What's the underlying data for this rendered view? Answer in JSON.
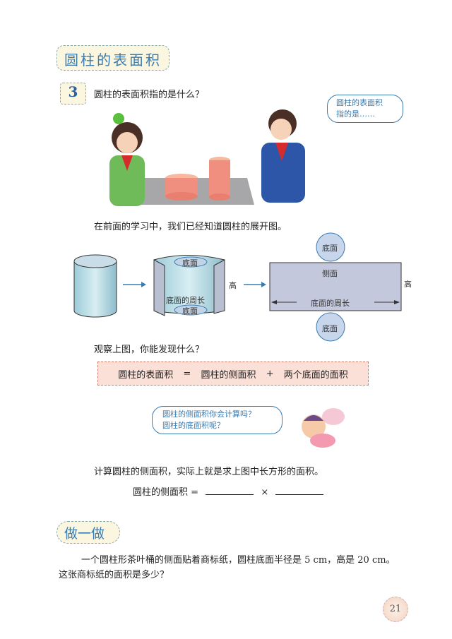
{
  "section_title": "圆柱的表面积",
  "example": {
    "number": "3",
    "question": "圆柱的表面积指的是什么？",
    "boy_speech": [
      "圆柱的表面积",
      "指的是……"
    ]
  },
  "intro_text": "在前面的学习中，我们已经知道圆柱的展开图。",
  "diagram": {
    "base": "底面",
    "lateral": "侧面",
    "height": "高",
    "base_circumference": "底面的周长"
  },
  "observe_text": "观察上图，你能发现什么？",
  "formula": {
    "lhs": "圆柱的表面积",
    "eq": "=",
    "term1": "圆柱的侧面积",
    "plus": "+",
    "term2": "两个底面的面积"
  },
  "angel_speech": [
    "圆柱的侧面积你会计算吗？",
    "圆柱的底面积呢？"
  ],
  "lateral_text": "计算圆柱的侧面积，实际上就是求上图中长方形的面积。",
  "lateral_formula": {
    "lhs": "圆柱的侧面积 =",
    "times": "×"
  },
  "practice": {
    "title": "做一做",
    "line1": "一个圆柱形茶叶桶的侧面贴着商标纸，圆柱底面半径是 5 cm，高是 20 cm。",
    "line2": "这张商标纸的面积是多少？"
  },
  "page_number": "21"
}
